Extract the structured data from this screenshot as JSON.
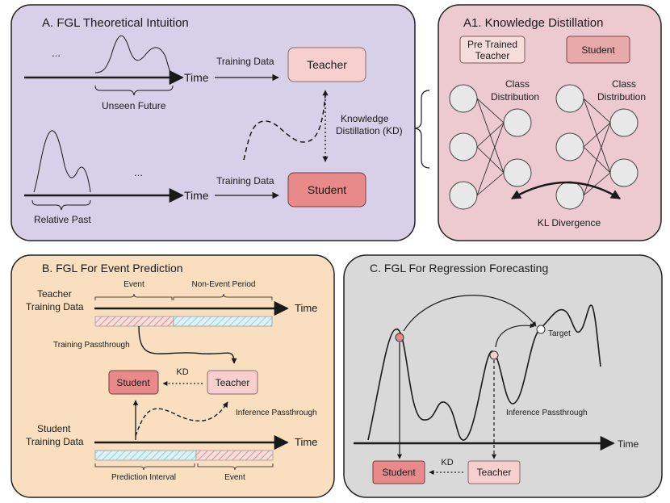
{
  "panel_a": {
    "title": "A. FGL Theoretical Intuition",
    "time_label": "Time",
    "training_data": "Training Data",
    "teacher": "Teacher",
    "student": "Student",
    "kd_line1": "Knowledge",
    "kd_line2": "Distillation (KD)",
    "unseen_future": "Unseen Future",
    "relative_past": "Relative Past",
    "ellipsis": "..."
  },
  "panel_a1": {
    "title": "A1. Knowledge Distillation",
    "pretrained_line1": "Pre Trained",
    "pretrained_line2": "Teacher",
    "student": "Student",
    "class_line1": "Class",
    "class_line2": "Distribution",
    "kl_divergence": "KL Divergence"
  },
  "panel_b": {
    "title": "B. FGL For Event Prediction",
    "teacher_line1": "Teacher",
    "teacher_line2": "Training Data",
    "student_line1": "Student",
    "student_line2": "Training Data",
    "event": "Event",
    "non_event_period": "Non-Event Period",
    "time_label": "Time",
    "training_passthrough": "Training Passthrough",
    "inference_passthrough": "Inference Passthrough",
    "kd": "KD",
    "student": "Student",
    "teacher": "Teacher",
    "prediction_interval": "Prediction Interval"
  },
  "panel_c": {
    "title": "C. FGL For Regression Forecasting",
    "target": "Target",
    "inference_passthrough": "Inference Passthrough",
    "time_label": "Time",
    "kd": "KD",
    "student": "Student",
    "teacher": "Teacher"
  },
  "colors": {
    "panel_a_bg": "#d8cfe8",
    "panel_a1_bg": "#edc9d0",
    "panel_b_bg": "#f9dfc0",
    "panel_c_bg": "#d9d9d9",
    "teacher_fill": "#f7cfcf",
    "student_fill": "#e88a8a",
    "hatch_red": "#e58d8d",
    "hatch_blue": "#8fd0e2"
  }
}
